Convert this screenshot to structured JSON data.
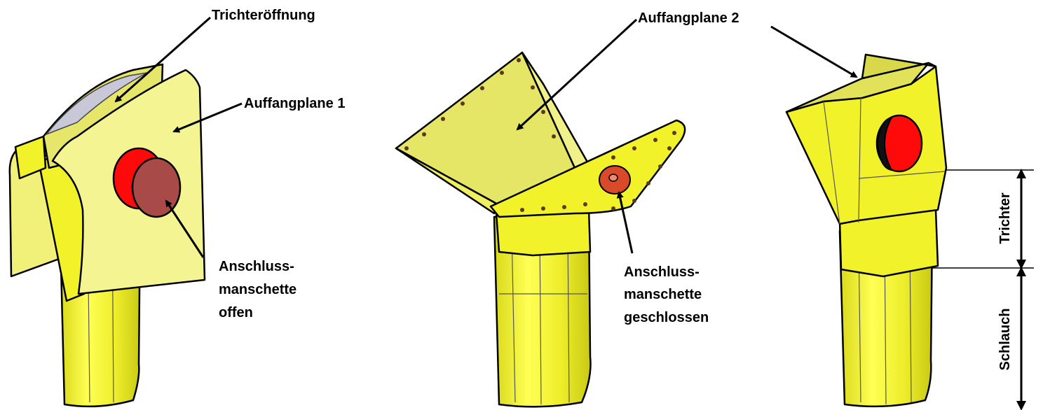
{
  "labels": {
    "funnel_opening": "Trichteröffnung",
    "catch_tarp_1": "Auffangplane 1",
    "connection_open_line1": "Anschluss-",
    "connection_open_line2": "manschette",
    "connection_open_line3": "offen",
    "catch_tarp_2": "Auffangplane 2",
    "connection_closed_line1": "Anschluss-",
    "connection_closed_line2": "manschette",
    "connection_closed_line3": "geschlossen",
    "funnel": "Trichter",
    "hose": "Schlauch"
  },
  "colors": {
    "yellow": "#f2f22a",
    "tarp_yellow": "#f4f492",
    "pale_yellow": "#f8f8b0",
    "red": "#ff0a0a",
    "cuff_brown": "#a84a48",
    "cuff_orange": "#d84a2a",
    "outline": "#000000"
  }
}
